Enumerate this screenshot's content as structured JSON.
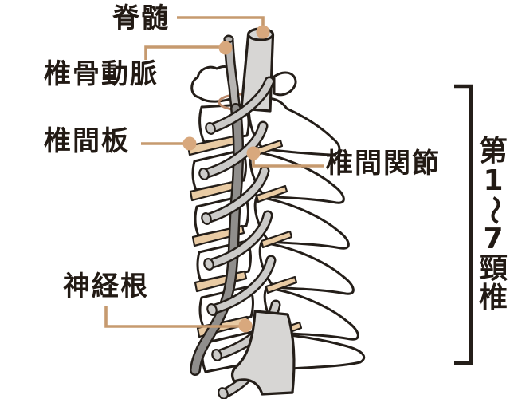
{
  "figure": {
    "title_context": "cervical-spine-anatomy-diagram",
    "background": "#ffffff",
    "labels": {
      "spinal_cord": "脊髄",
      "vertebral_artery": "椎骨動脈",
      "intervertebral_disc": "椎間板",
      "facet_joint": "椎間関節",
      "nerve_root": "神経根",
      "vertebrae_range": "第1～7頸椎"
    },
    "colors": {
      "background": "#ffffff",
      "outline": "#241e19",
      "bone_fill": "#ffffff",
      "disc_fill": "#e9cba4",
      "cord_fill": "#d7d6d4",
      "artery_fill": "#908e8c",
      "artery_top_fill": "#b7b5b3",
      "nerve_fill": "#cccbc9",
      "ring_line": "#b9886a",
      "leader_line": "#c69a6f",
      "leader_dot": "#d8a87d",
      "text": "#221a14"
    }
  }
}
